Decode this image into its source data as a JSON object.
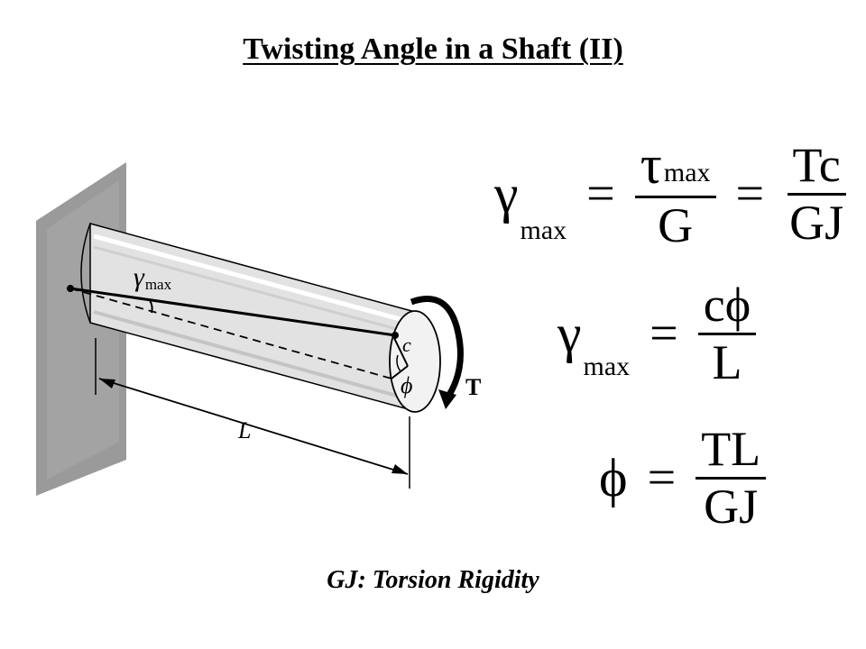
{
  "title": "Twisting Angle in a Shaft (II)",
  "figure": {
    "labels": {
      "gamma_max": "γ",
      "gamma_max_sub": "max",
      "c": "c",
      "phi": "ϕ",
      "torque": "T",
      "length": "L"
    }
  },
  "equations": {
    "eq1": {
      "lhs_symbol": "γ",
      "lhs_sub": "max",
      "eq_sign_1": "=",
      "frac1_num_symbol": "τ",
      "frac1_num_sub": "max",
      "frac1_den": "G",
      "eq_sign_2": "=",
      "frac2_num": "Tc",
      "frac2_den": "GJ"
    },
    "eq2": {
      "lhs_symbol": "γ",
      "lhs_sub": "max",
      "eq_sign": "=",
      "frac_num": "cϕ",
      "frac_den": "L"
    },
    "eq3": {
      "lhs_symbol": "ϕ",
      "eq_sign": "=",
      "frac_num": "TL",
      "frac_den": "GJ"
    }
  },
  "caption": "GJ: Torsion Rigidity"
}
